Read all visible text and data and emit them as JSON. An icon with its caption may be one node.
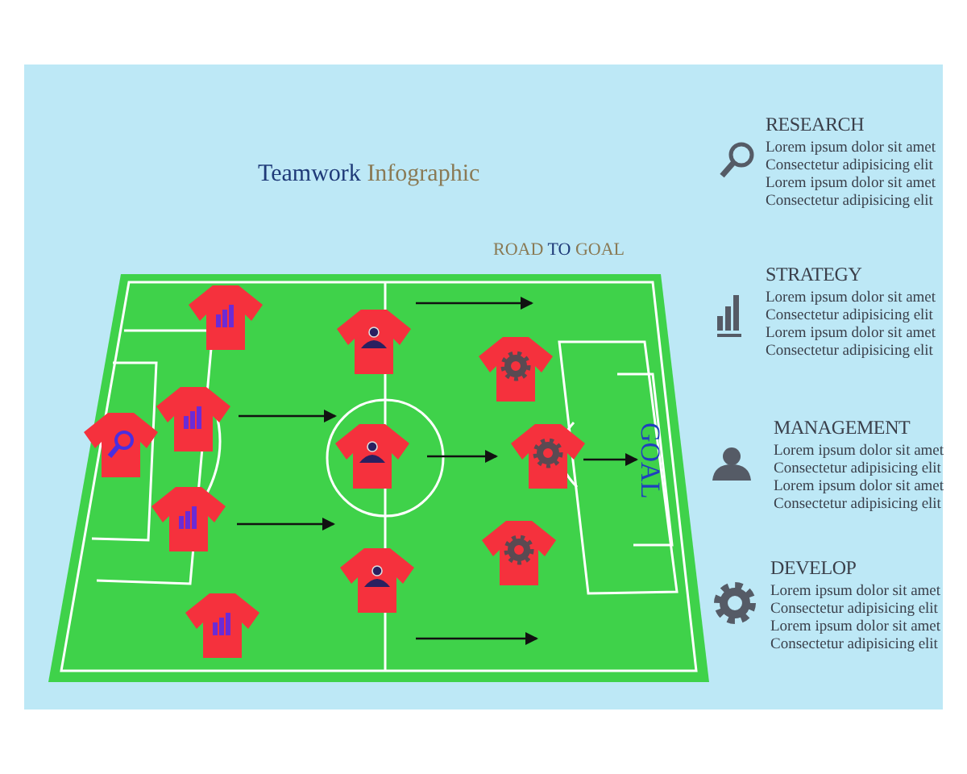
{
  "diagram": {
    "title": "Teamwork Infographic",
    "labels": [
      "ROAD TO GOAL",
      "GOAL",
      "RESEARCH",
      "Lorem ipsum dolor sit amet Consectetur adipisicing elit Lorem ipsum dolor sit amet Consectetur adipisicing elit",
      "STRATEGY",
      "Lorem ipsum dolor sit amet Consectetur adipisicing elit Lorem ipsum dolor sit amet Consectetur adipisicing elit",
      "MANAGEMENT",
      "Lorem ipsum dolor sit amet Consectetur adipisicing elit Lorem ipsum dolor sit amet Consectetur adipisicing elit",
      "DEVELOP",
      "Lorem ipsum dolor sit amet Consectetur adipisicing elit Lorem ipsum dolor sit amet Consectetur adipisicing elit"
    ]
  }
}
